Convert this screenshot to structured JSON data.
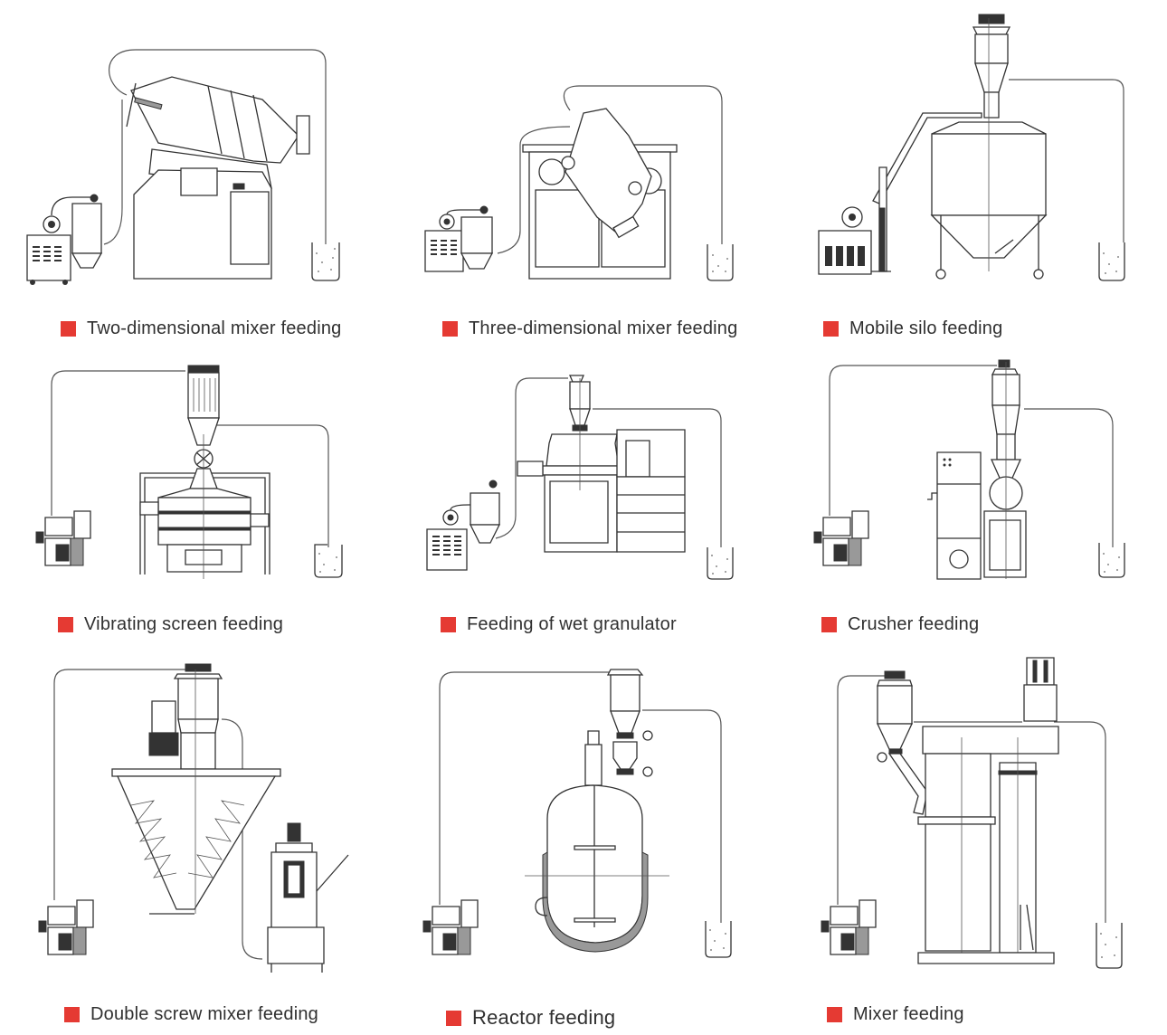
{
  "page": {
    "title": "Vacuum feeder application scenarios",
    "accent_color": "#e53a33",
    "text_color": "#303030"
  },
  "panels": [
    {
      "id": "two-dimensional-mixer",
      "caption": "Two-dimensional mixer feeding",
      "icon": "two-dimensional-mixer-diagram"
    },
    {
      "id": "three-dimensional-mixer",
      "caption": "Three-dimensional mixer feeding",
      "icon": "three-dimensional-mixer-diagram"
    },
    {
      "id": "mobile-silo",
      "caption": "Mobile silo feeding",
      "icon": "mobile-silo-diagram"
    },
    {
      "id": "vibrating-screen",
      "caption": "Vibrating screen feeding",
      "icon": "vibrating-screen-diagram"
    },
    {
      "id": "wet-granulator",
      "caption": "Feeding of wet granulator",
      "icon": "wet-granulator-diagram"
    },
    {
      "id": "crusher",
      "caption": "Crusher feeding",
      "icon": "crusher-diagram"
    },
    {
      "id": "double-screw-mixer",
      "caption": "Double screw mixer feeding",
      "icon": "double-screw-mixer-diagram"
    },
    {
      "id": "reactor",
      "caption": "Reactor feeding",
      "icon": "reactor-diagram"
    },
    {
      "id": "mixer",
      "caption": "Mixer feeding",
      "icon": "mixer-diagram"
    }
  ]
}
